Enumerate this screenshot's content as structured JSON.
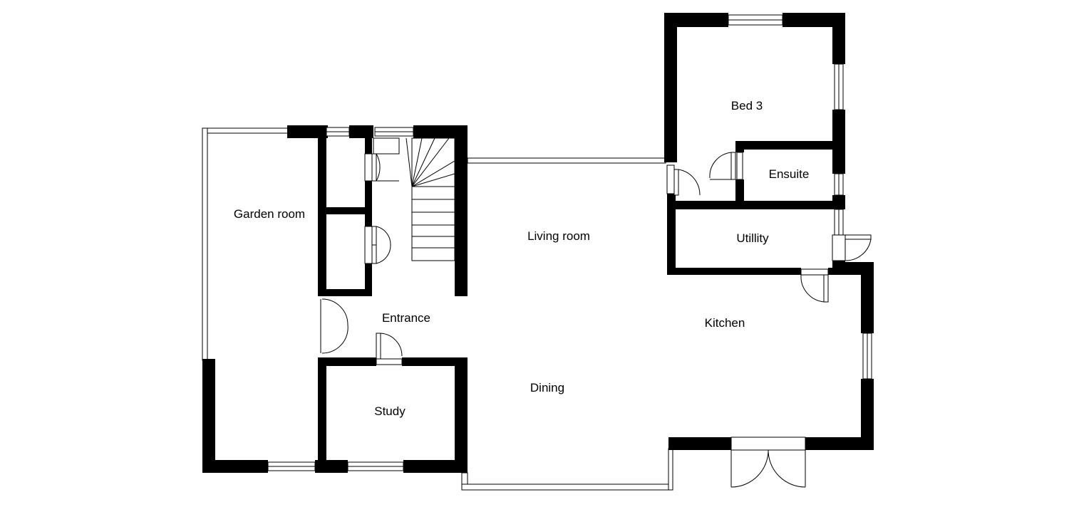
{
  "rooms": {
    "bed3": "Bed 3",
    "ensuite": "Ensuite",
    "garden_room": "Garden room",
    "living_room": "Living room",
    "utility": "Utillity",
    "entrance": "Entrance",
    "kitchen": "Kitchen",
    "dining": "Dining",
    "study": "Study"
  },
  "colors": {
    "wall": "#000000",
    "background": "#ffffff"
  }
}
